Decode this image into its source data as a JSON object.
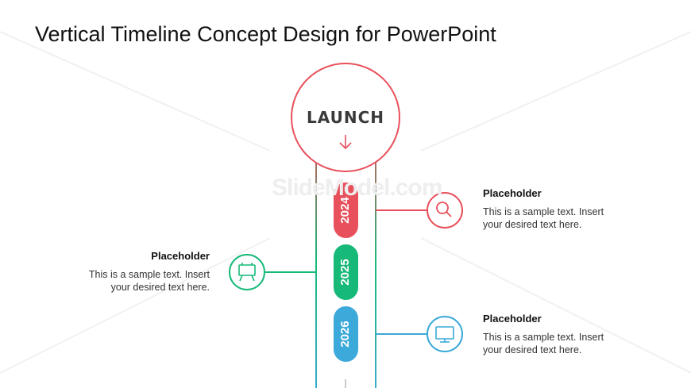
{
  "slide": {
    "title": "Vertical Timeline Concept Design for PowerPoint",
    "launch_label": "LAUNCH",
    "watermark": "SlideModel.com"
  },
  "milestones": [
    {
      "year": "2024",
      "color": "#e8505b",
      "icon": "search-icon",
      "side": "right",
      "heading": "Placeholder",
      "text": "This is a sample text. Insert your desired text here."
    },
    {
      "year": "2025",
      "color": "#17b978",
      "icon": "board-icon",
      "side": "left",
      "heading": "Placeholder",
      "text": "This is a sample text. Insert your desired text here."
    },
    {
      "year": "2026",
      "color": "#3ba9d9",
      "icon": "monitor-icon",
      "side": "right",
      "heading": "Placeholder",
      "text": "This is a sample text. Insert your desired text here."
    }
  ]
}
